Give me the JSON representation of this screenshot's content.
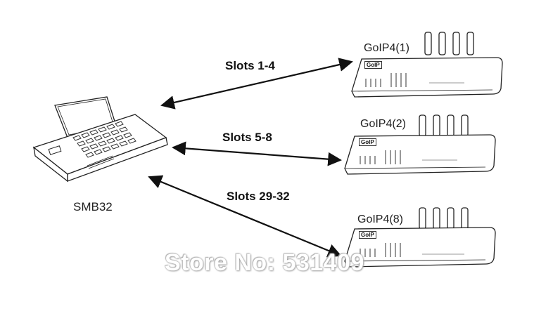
{
  "hub": {
    "label": "SMB32"
  },
  "devices": [
    {
      "label": "GoIP4(1)",
      "badge": "GoIP"
    },
    {
      "label": "GoIP4(2)",
      "badge": "GoIP"
    },
    {
      "label": "GoIP4(8)",
      "badge": "GoIP"
    }
  ],
  "links": [
    {
      "label": "Slots 1-4"
    },
    {
      "label": "Slots 5-8"
    },
    {
      "label": "Slots 29-32"
    }
  ],
  "watermark": {
    "text": "Store No: 531409"
  }
}
